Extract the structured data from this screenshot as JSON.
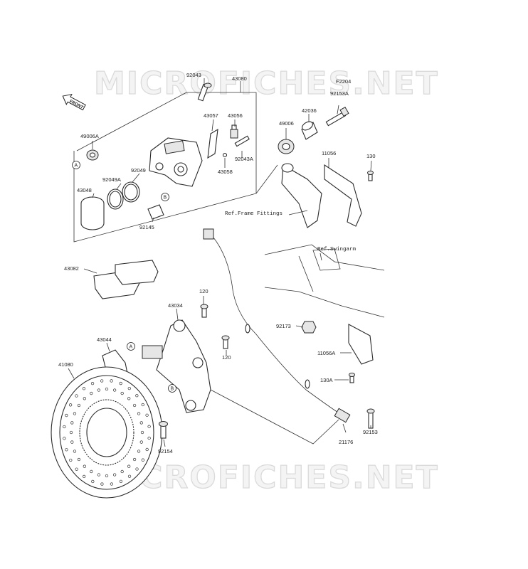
{
  "watermark": "MICROFICHES.NET",
  "diagram_code": "F2204",
  "front_label": "FRONT",
  "refs": {
    "frame_fittings": "Ref.Frame Fittings",
    "swingarm": "Ref.Swingarm"
  },
  "callouts": {
    "a": "A",
    "b": "B"
  },
  "parts": {
    "p92043": "92043",
    "p43080": "43080",
    "p43057": "43057",
    "p43056": "43056",
    "p49006A": "49006A",
    "p92049": "92049",
    "p92049A": "92049A",
    "p43048": "43048",
    "p92145": "92145",
    "p43058": "43058",
    "p92043A": "92043A",
    "p49006": "49006",
    "p42036": "42036",
    "p92153A": "92153A",
    "p11056": "11056",
    "p130": "130",
    "p43082": "43082",
    "p120a": "120",
    "p43034": "43034",
    "p43044": "43044",
    "p120b": "120",
    "p41080": "41080",
    "p92154": "92154",
    "p92173": "92173",
    "p11056A": "11056A",
    "p130A": "130A",
    "p92153": "92153",
    "p21176": "21176"
  }
}
